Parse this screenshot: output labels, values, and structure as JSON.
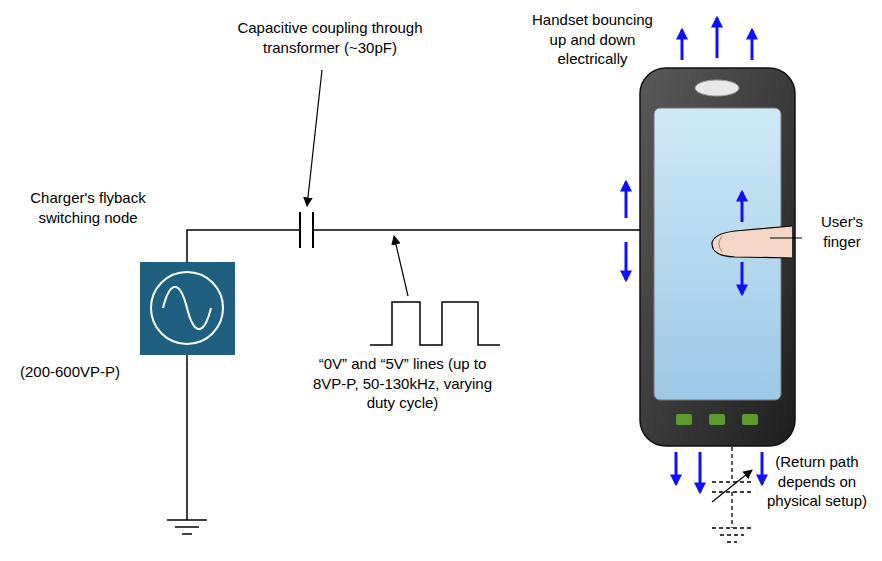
{
  "diagram": {
    "labels": [
      "Capacitive coupling through transformer (~30pF)",
      "Handset bouncing up and down electrically",
      "Charger's flyback switching node",
      "(200-600VP-P)",
      "“0V” and “5V” lines (up to 8VP-P, 50-130kHz, varying duty cycle)",
      "User's finger",
      "(Return path depends on physical setup)"
    ]
  }
}
